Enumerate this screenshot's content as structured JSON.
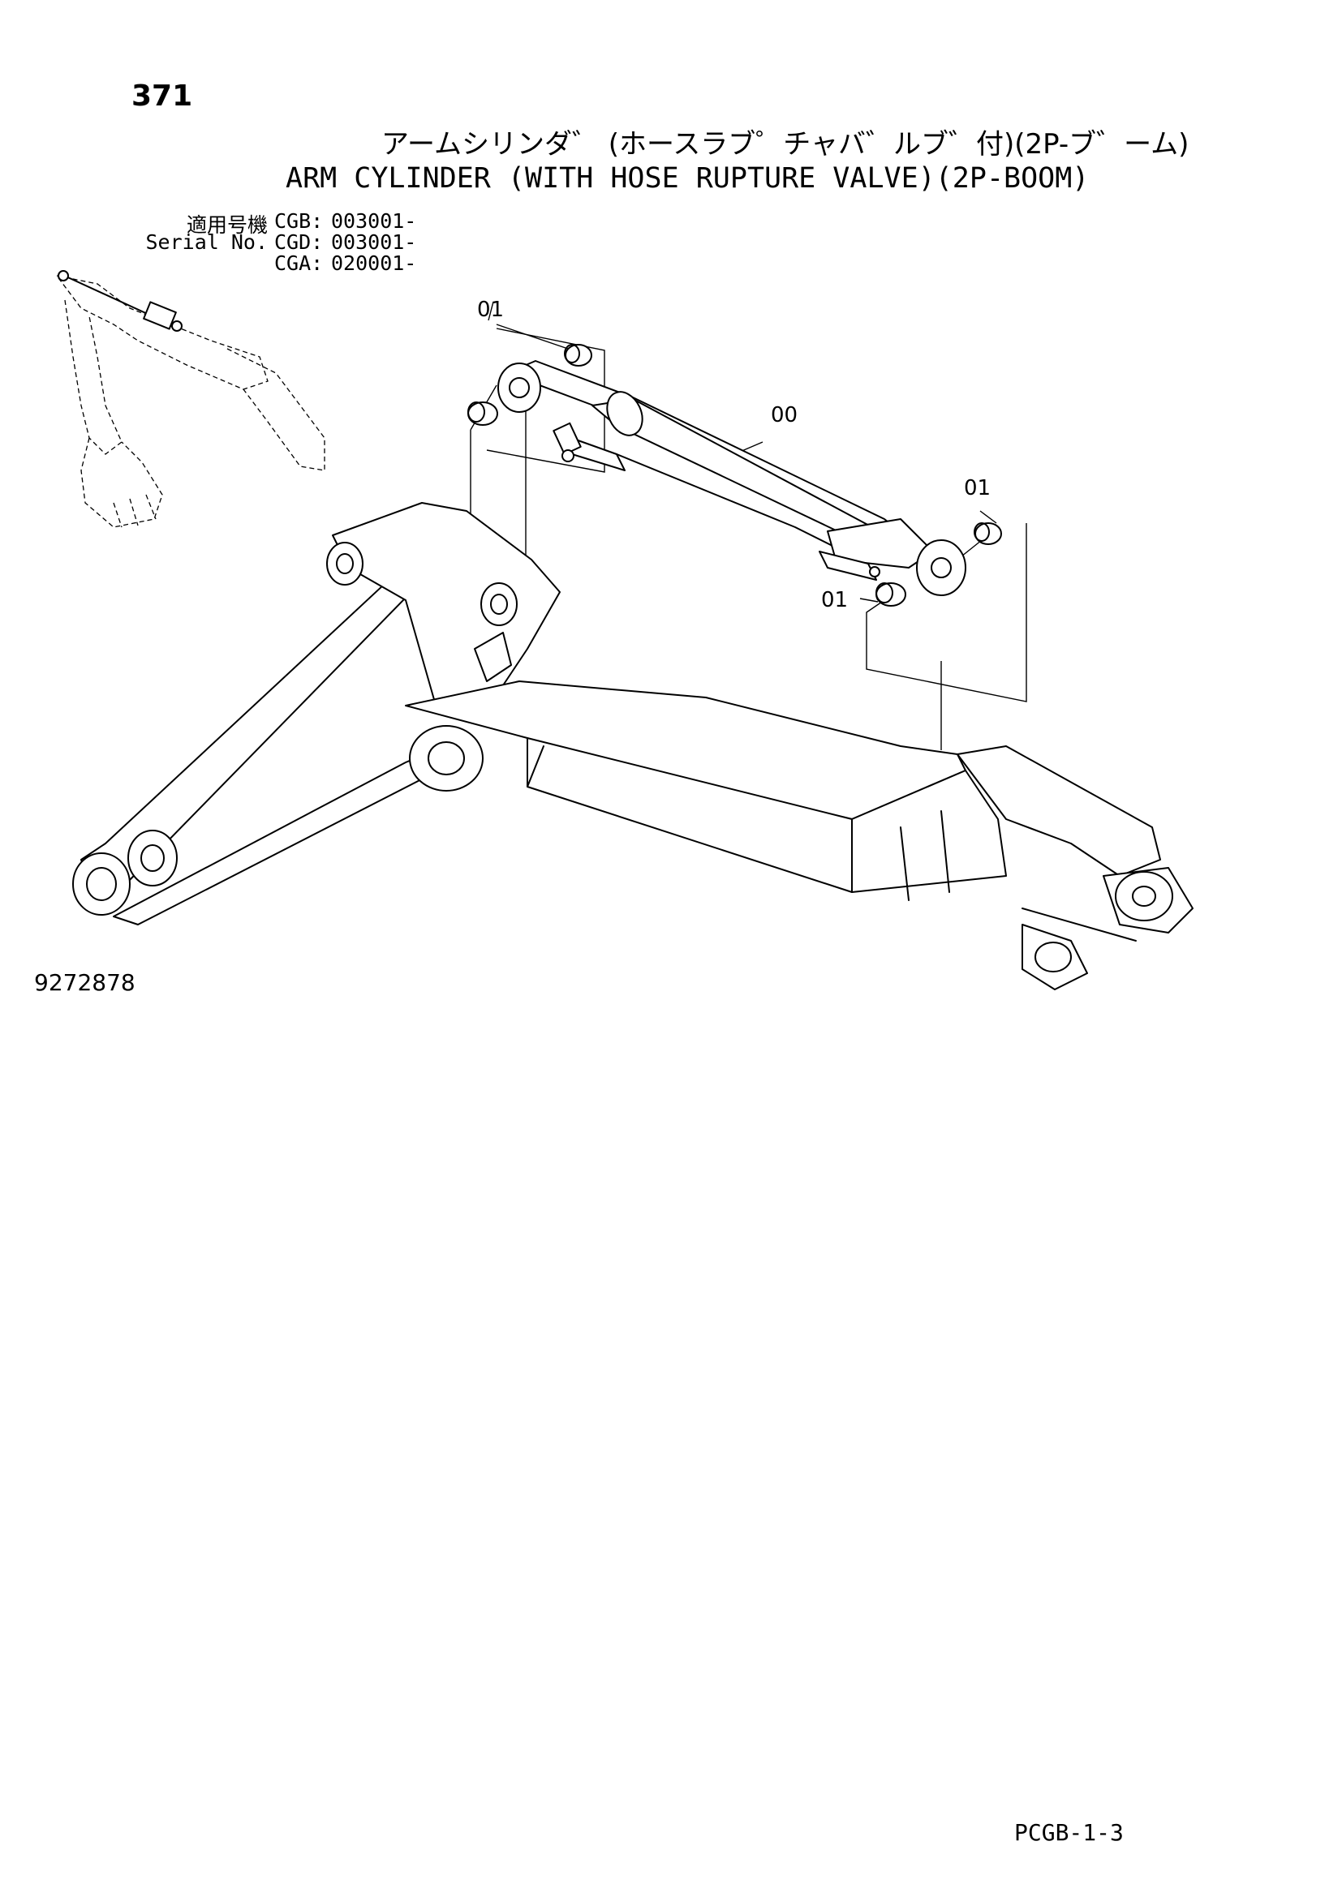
{
  "header": {
    "page_number": "371",
    "title_jp": "アームシリンダ゛ (ホースラブ゜チャバ゛ルブ゛付)(2P-ブ゛ーム)",
    "title_en": "ARM CYLINDER (WITH HOSE RUPTURE VALVE)(2P-BOOM)"
  },
  "serial": {
    "label_jp": "適用号機",
    "label_en": "Serial No.",
    "entries": [
      {
        "model": "CGB:",
        "start": "003001-"
      },
      {
        "model": "CGD:",
        "start": "003001-"
      },
      {
        "model": "CGA:",
        "start": "020001-"
      }
    ]
  },
  "diagram": {
    "callouts": [
      "01",
      "00",
      "01",
      "01"
    ],
    "figure_number": "9272878"
  },
  "footer": {
    "page_code": "PCGB-1-3"
  }
}
